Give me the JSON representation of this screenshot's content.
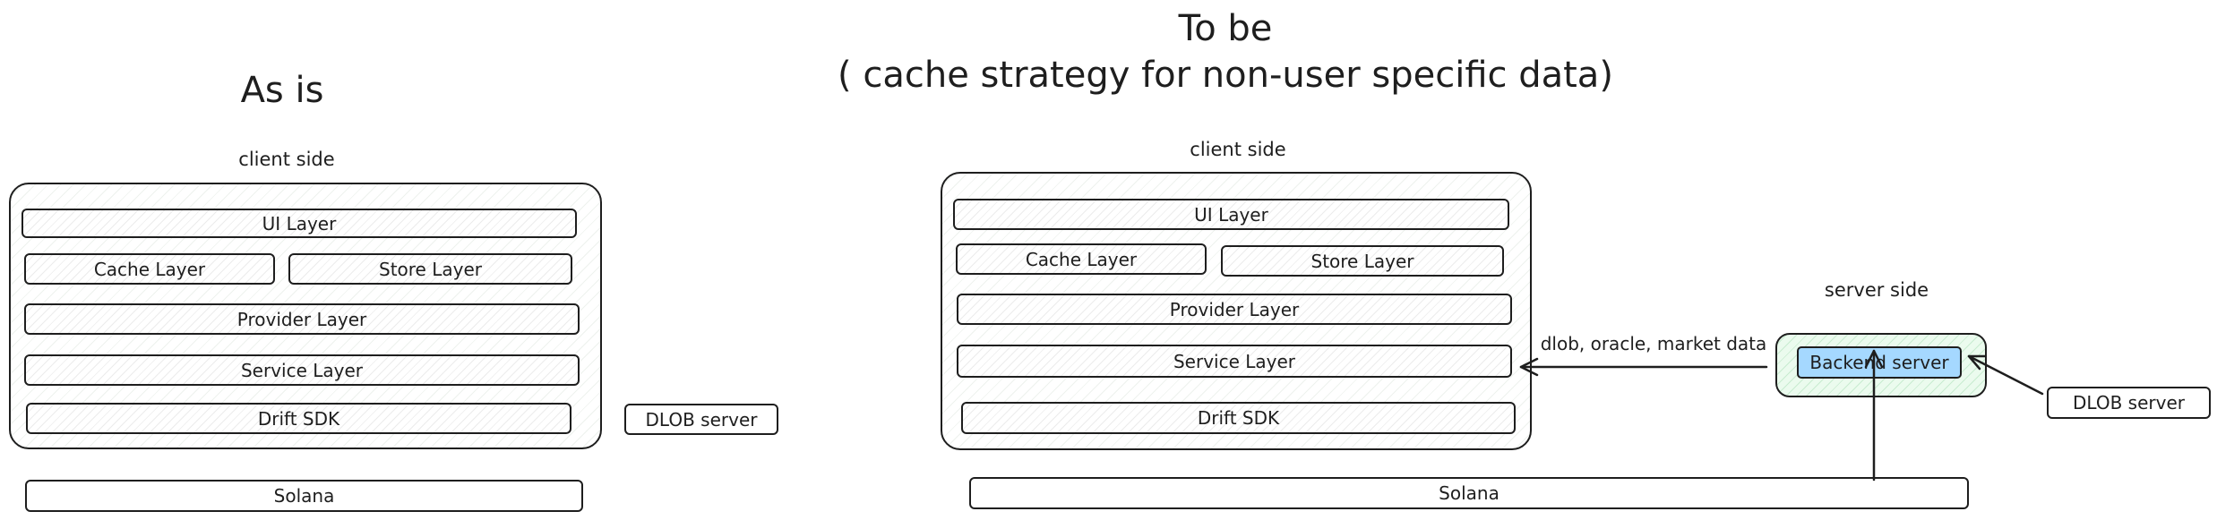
{
  "as_is": {
    "title": "As is",
    "client_caption": "client side",
    "layers": {
      "ui": "UI Layer",
      "cache": "Cache Layer",
      "store": "Store Layer",
      "provider": "Provider Layer",
      "service": "Service Layer",
      "sdk": "Drift SDK"
    },
    "dlob_server": "DLOB server",
    "solana": "Solana"
  },
  "to_be": {
    "title": "To be",
    "subtitle": "( cache strategy for non-user specific data)",
    "client_caption": "client side",
    "layers": {
      "ui": "UI Layer",
      "cache": "Cache Layer",
      "store": "Store Layer",
      "provider": "Provider Layer",
      "service": "Service Layer",
      "sdk": "Drift SDK"
    },
    "server_caption": "server side",
    "backend_server": "Backend server",
    "dlob_server": "DLOB server",
    "solana": "Solana",
    "arrow_label": "dlob, oracle, market data"
  },
  "colors": {
    "stroke": "#1e1e1e",
    "backend_fill": "#a5d8ff",
    "server_fill": "#ebfbee"
  }
}
